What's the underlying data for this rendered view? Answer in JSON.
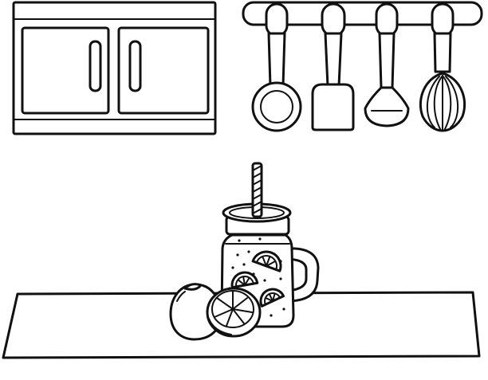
{
  "scene": {
    "background": "#ffffff",
    "ink": "#111111",
    "objects": [
      {
        "name": "wall-cabinet",
        "icon": "cabinet-icon",
        "doors": 2
      },
      {
        "name": "utensil-rail",
        "icon": "rail-icon",
        "utensils": [
          "ladle",
          "spatula",
          "serving-spoon",
          "whisk"
        ]
      },
      {
        "name": "mason-jar-lemonade",
        "icon": "jar-icon",
        "straw": "striped",
        "lemon_slices": 3
      },
      {
        "name": "whole-lemon",
        "icon": "lemon-icon"
      },
      {
        "name": "lemon-half",
        "icon": "lemon-half-icon"
      },
      {
        "name": "countertop",
        "icon": "counter-icon"
      }
    ]
  }
}
